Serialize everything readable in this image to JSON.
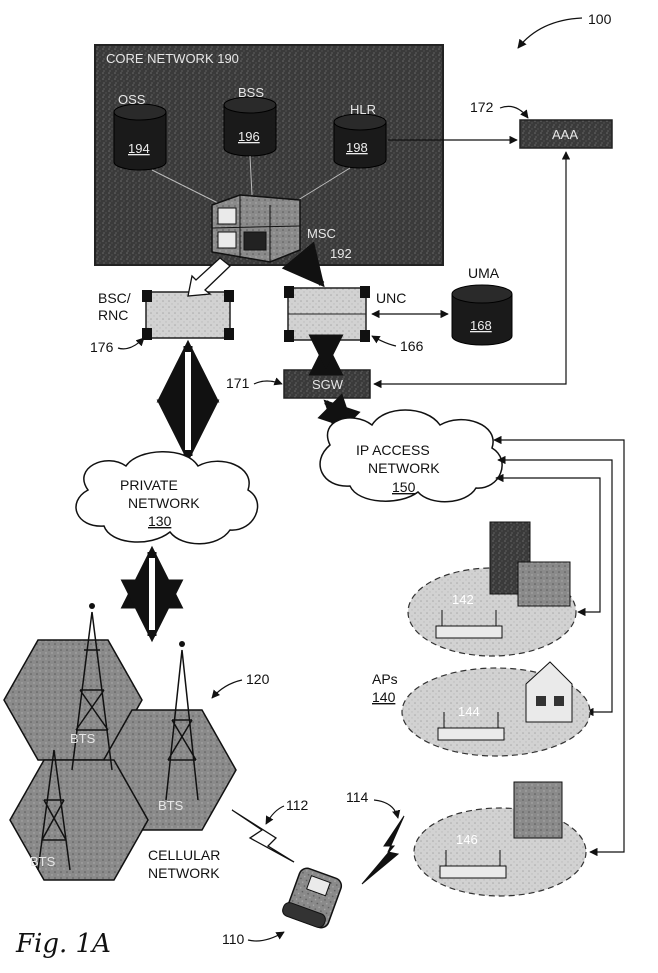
{
  "figure_ref": "100",
  "core_network": {
    "title": "CORE NETWORK 190",
    "oss": {
      "label": "OSS",
      "id": "194"
    },
    "bss": {
      "label": "BSS",
      "id": "196"
    },
    "hlr": {
      "label": "HLR",
      "id": "198"
    },
    "msc": {
      "label": "MSC",
      "id": "192"
    }
  },
  "aaa": {
    "label": "AAA",
    "ref": "172"
  },
  "bsc": {
    "label_line1": "BSC/",
    "label_line2": "RNC",
    "ref": "176"
  },
  "unc": {
    "label": "UNC",
    "ref": "166"
  },
  "uma": {
    "label": "UMA",
    "id": "168"
  },
  "sgw": {
    "label": "SGW",
    "ref": "171"
  },
  "ip_access": {
    "line1": "IP ACCESS",
    "line2": "NETWORK",
    "id": "150"
  },
  "private_net": {
    "line1": "PRIVATE",
    "line2": "NETWORK",
    "id": "130"
  },
  "cellular": {
    "ref": "120",
    "line1": "CELLULAR",
    "line2": "NETWORK",
    "bts": "BTS"
  },
  "aps": {
    "label": "APs",
    "id": "140",
    "ap1": "142",
    "ap2": "144",
    "ap3": "146"
  },
  "links": {
    "l112": "112",
    "l114": "114"
  },
  "handset": {
    "ref": "110"
  },
  "caption": "Fig. 1A"
}
